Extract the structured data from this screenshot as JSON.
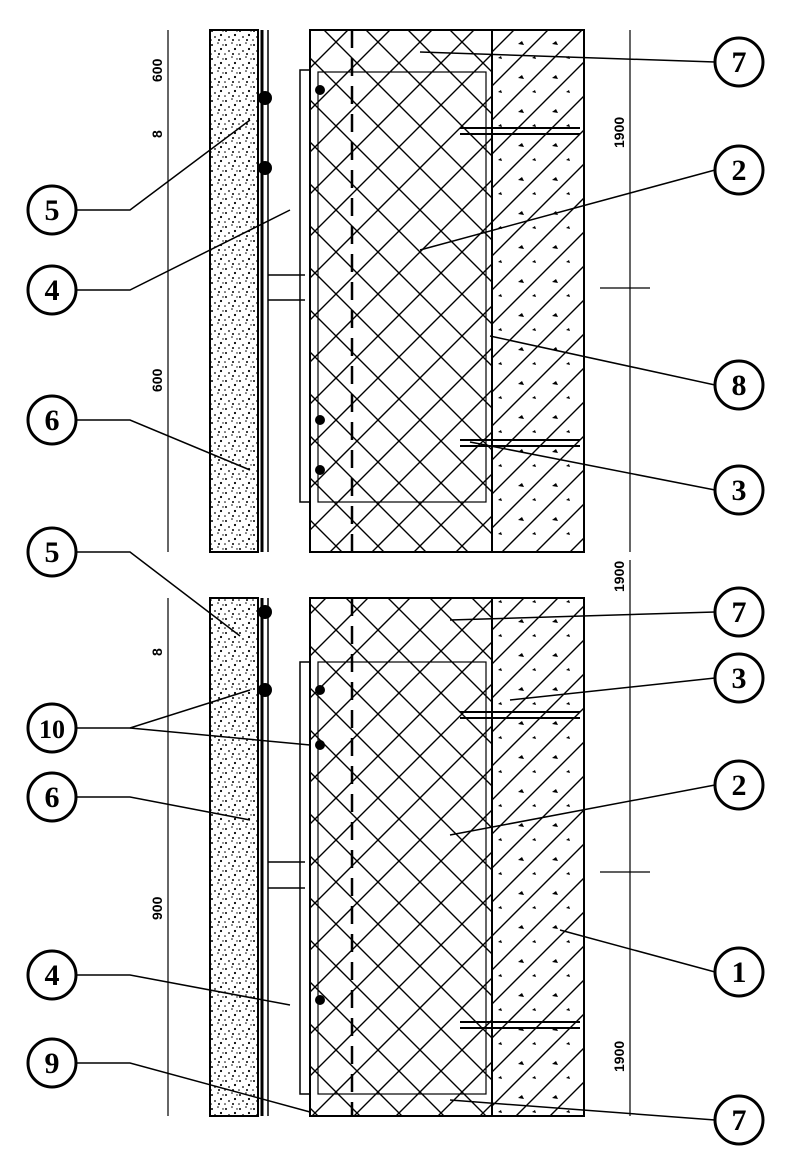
{
  "callouts": {
    "c1": "1",
    "c2": "2",
    "c3": "3",
    "c4": "4",
    "c5": "5",
    "c6": "6",
    "c7": "7",
    "c8": "8",
    "c9": "9",
    "c10": "10"
  },
  "dimensions": {
    "top_small": "600",
    "top_mid": "600",
    "top_right": "1900",
    "mid_right": "1900",
    "bottom_left": "900",
    "bottom_right": "1900",
    "gap_top": "8",
    "gap_bottom": "8"
  },
  "colors": {
    "ink": "#000000",
    "paper": "#ffffff"
  }
}
